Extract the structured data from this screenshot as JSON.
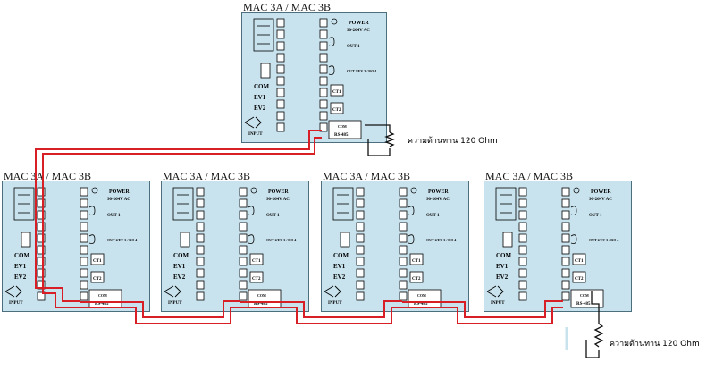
{
  "controller": {
    "model_label": "MAC 3A / MAC 3B",
    "power_label": "POWER",
    "power_spec": "90-264V AC",
    "out1_label": "OUT 1",
    "out2_label": "OUT 2/EV 3 / RO 4",
    "ct1_label": "CT1",
    "ct2_label": "CT2",
    "com_port_label": "COM",
    "rs485_label": "RS-485",
    "com_label": "COM",
    "ev1_label": "EV1",
    "ev2_label": "EV2",
    "input_label": "INPUT"
  },
  "terminator_note": "ความต้านทาน 120 Ohm",
  "colors": {
    "panel": "#c9e3ee",
    "panel_border": "#4b6f7c",
    "wire_red": "#d81f26",
    "wire_black": "#111111"
  }
}
